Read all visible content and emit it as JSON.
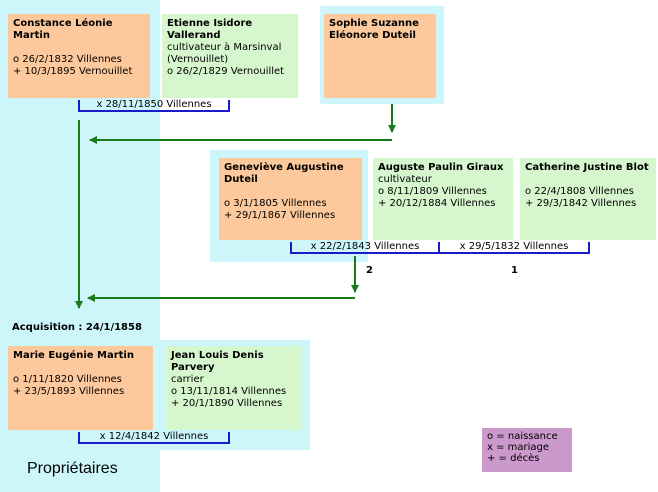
{
  "people": {
    "constance": {
      "name": "Constance Léonie Martin",
      "lines": [
        "o 26/2/1832 Villennes",
        "+ 10/3/1895 Vernouillet"
      ]
    },
    "etienne": {
      "name": "Etienne Isidore Vallerand",
      "lines": [
        "cultivateur à Marsinval (Vernouillet)",
        "o 26/2/1829 Vernouillet"
      ]
    },
    "sophie": {
      "name": "Sophie Suzanne Eléonore Duteil",
      "lines": []
    },
    "genevieve": {
      "name": "Geneviève Augustine Duteil",
      "lines": [
        "o 3/1/1805 Villennes",
        "+ 29/1/1867 Villennes"
      ]
    },
    "auguste": {
      "name": "Auguste Paulin Giraux",
      "lines": [
        "cultivateur",
        "o 8/11/1809 Villennes",
        "+ 20/12/1884 Villennes"
      ]
    },
    "catherine": {
      "name": "Catherine Justine Blot",
      "lines": [
        "o 22/4/1808 Villennes",
        "+ 29/3/1842 Villennes"
      ]
    },
    "marie": {
      "name": "Marie Eugénie Martin",
      "lines": [
        "o 1/11/1820 Villennes",
        "+ 23/5/1893 Villennes"
      ]
    },
    "jean": {
      "name": "Jean Louis Denis Parvery",
      "lines": [
        "carrier",
        "o 13/11/1814 Villennes",
        "+ 20/1/1890 Villennes"
      ]
    }
  },
  "marriages": {
    "m1": "x 28/11/1850 Villennes",
    "m2": "x 22/2/1843 Villennes",
    "m3": "x 29/5/1832 Villennes",
    "m4": "x 12/4/1842 Villennes"
  },
  "marriage_numbers": {
    "first": "2",
    "second": "1"
  },
  "acquisition": "Acquisition : 24/1/1858",
  "owners_label": "Propriétaires",
  "legend": [
    "o = naissance",
    "x = mariage",
    "+ = décès"
  ],
  "colors": {
    "owners_bg": "#cdf6fb",
    "woman_card": "#fdc99c",
    "man_card": "#d6f6cd",
    "arrow": "#1a7a1a",
    "marriage_bracket": "#1a1ac8",
    "legend_bg": "#cc99cc"
  }
}
